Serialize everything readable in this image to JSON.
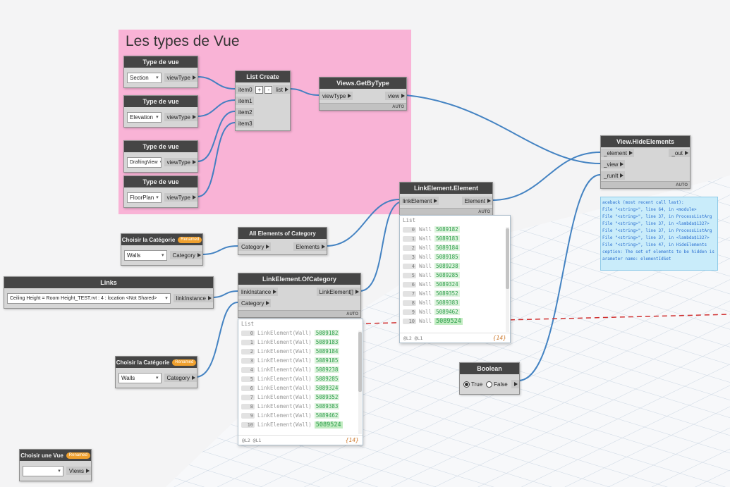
{
  "group": {
    "title": "Les types de Vue"
  },
  "viewTypeNodes": [
    {
      "title": "Type de vue",
      "value": "Section",
      "out": "viewType"
    },
    {
      "title": "Type de vue",
      "value": "Elevation",
      "out": "viewType"
    },
    {
      "title": "Type de vue",
      "value": "DraftingView",
      "out": "viewType"
    },
    {
      "title": "Type de vue",
      "value": "FloorPlan",
      "out": "viewType"
    }
  ],
  "listCreate": {
    "title": "List Create",
    "items": [
      "item0",
      "item1",
      "item2",
      "item3"
    ],
    "out": "list",
    "add": "+",
    "remove": "-"
  },
  "viewsGetByType": {
    "title": "Views.GetByType",
    "in": "viewType",
    "out": "view",
    "lacing": "AUTO"
  },
  "viewHideElements": {
    "title": "View.HideElements",
    "inputs": [
      "_element",
      "_view",
      "_runIt"
    ],
    "out": "_out",
    "lacing": "AUTO"
  },
  "allElements": {
    "title": "All Elements of Category",
    "in": "Category",
    "out": "Elements"
  },
  "choisirCategorie1": {
    "title": "Choisir la Catégorie",
    "badge": "Renamed",
    "value": "Walls",
    "out": "Category"
  },
  "choisirCategorie2": {
    "title": "Choisir la Catégorie",
    "badge": "Renamed",
    "value": "Walls",
    "out": "Category"
  },
  "links": {
    "title": "Links",
    "value": "Ceiling Height = Room Height_TEST.rvt : 4 : location <Not Shared>",
    "out": "linkInstance"
  },
  "linkElementOfCategory": {
    "title": "LinkElement.OfCategory",
    "inputs": [
      "linkInstance",
      "Category"
    ],
    "out": "LinkElement[]",
    "lacing": "AUTO"
  },
  "linkElementElement": {
    "title": "LinkElement.Element",
    "in": "linkElement",
    "out": "Element",
    "lacing": "AUTO"
  },
  "boolean": {
    "title": "Boolean",
    "options": [
      "True",
      "False"
    ],
    "selected": "True"
  },
  "choisirVue": {
    "title": "Choisir une Vue",
    "badge": "Renamed",
    "value": "",
    "out": "Views"
  },
  "elementList": {
    "header": "List",
    "rows": [
      {
        "i": "0",
        "label": "Wall",
        "value": "5089182"
      },
      {
        "i": "1",
        "label": "Wall",
        "value": "5089183"
      },
      {
        "i": "2",
        "label": "Wall",
        "value": "5089184"
      },
      {
        "i": "3",
        "label": "Wall",
        "value": "5089185"
      },
      {
        "i": "4",
        "label": "Wall",
        "value": "5089238"
      },
      {
        "i": "5",
        "label": "Wall",
        "value": "5089285"
      },
      {
        "i": "6",
        "label": "Wall",
        "value": "5089324"
      },
      {
        "i": "7",
        "label": "Wall",
        "value": "5089352"
      },
      {
        "i": "8",
        "label": "Wall",
        "value": "5089383"
      },
      {
        "i": "9",
        "label": "Wall",
        "value": "5089462"
      },
      {
        "i": "10",
        "label": "Wall",
        "value": "5089524"
      }
    ],
    "levels": "@L2 @L1",
    "count": "{14}"
  },
  "linkElementList": {
    "header": "List",
    "rows": [
      {
        "i": "0",
        "label": "LinkElement(Wall)",
        "value": "5089182"
      },
      {
        "i": "1",
        "label": "LinkElement(Wall)",
        "value": "5089183"
      },
      {
        "i": "2",
        "label": "LinkElement(Wall)",
        "value": "5089184"
      },
      {
        "i": "3",
        "label": "LinkElement(Wall)",
        "value": "5089185"
      },
      {
        "i": "4",
        "label": "LinkElement(Wall)",
        "value": "5089238"
      },
      {
        "i": "5",
        "label": "LinkElement(Wall)",
        "value": "5089285"
      },
      {
        "i": "6",
        "label": "LinkElement(Wall)",
        "value": "5089324"
      },
      {
        "i": "7",
        "label": "LinkElement(Wall)",
        "value": "5089352"
      },
      {
        "i": "8",
        "label": "LinkElement(Wall)",
        "value": "5089383"
      },
      {
        "i": "9",
        "label": "LinkElement(Wall)",
        "value": "5089462"
      },
      {
        "i": "10",
        "label": "LinkElement(Wall)",
        "value": "5089524"
      }
    ],
    "levels": "@L2 @L1",
    "count": "{14}"
  },
  "traceback": {
    "lines": [
      "aceback (most recent call last):",
      "File \"<string>\", line 64, in <module>",
      "File \"<string>\", line 37, in ProcessListArg",
      "File \"<string>\", line 37, in <lambda$1327>",
      "File \"<string>\", line 37, in ProcessListArg",
      "File \"<string>\", line 37, in <lambda$1327>",
      "File \"<string>\", line 47, in HideElements",
      "ception: The set of elements to be hidden is",
      "arameter name: elementIdSet"
    ]
  }
}
